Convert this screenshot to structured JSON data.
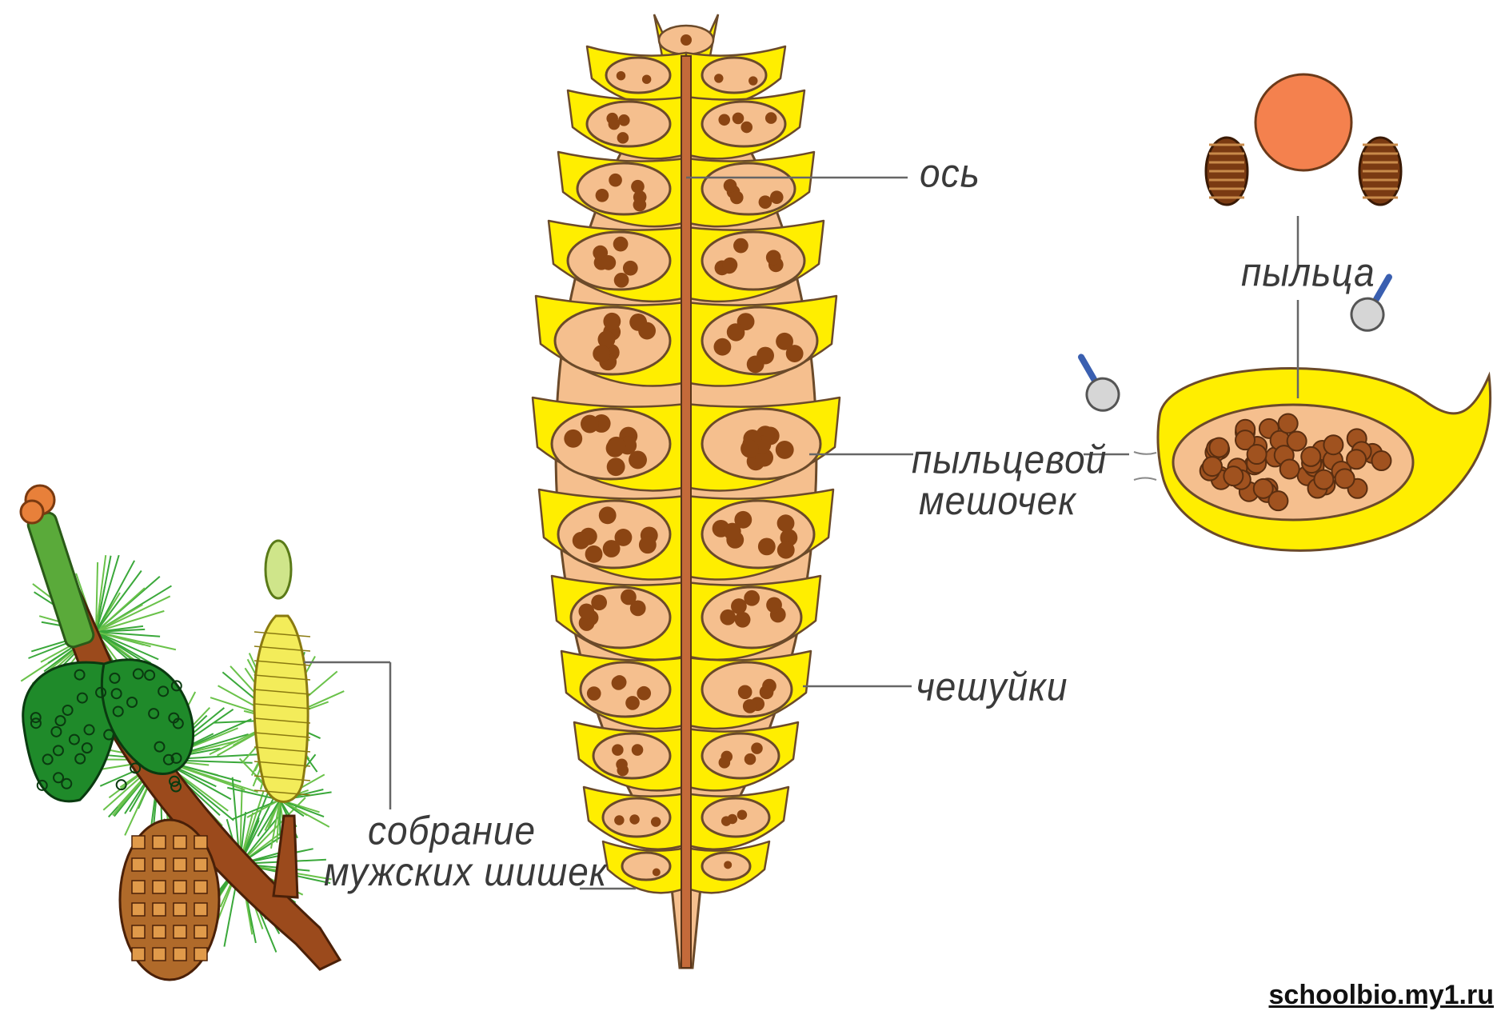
{
  "labels": {
    "axis": "ось",
    "pollen": "пыльца",
    "pollen_sac_line1": "пыльцевой",
    "pollen_sac_line2": "мешочек",
    "scales": "чешуйки",
    "male_cones_line1": "собрание",
    "male_cones_line2": "мужских шишек"
  },
  "watermark": "schoolbio.my1.ru",
  "colors": {
    "scale_yellow": "#ffee00",
    "flesh": "#f5bf8e",
    "pollen_grain": "#8b4513",
    "pollen_ball": "#f4814e",
    "needle_green": "#3aa83a",
    "cone_green": "#1f8a2a",
    "branch_brown": "#9b4a1c",
    "leader_line": "#666666"
  },
  "icons": [
    "magnifier-icon",
    "magnifier-icon"
  ]
}
